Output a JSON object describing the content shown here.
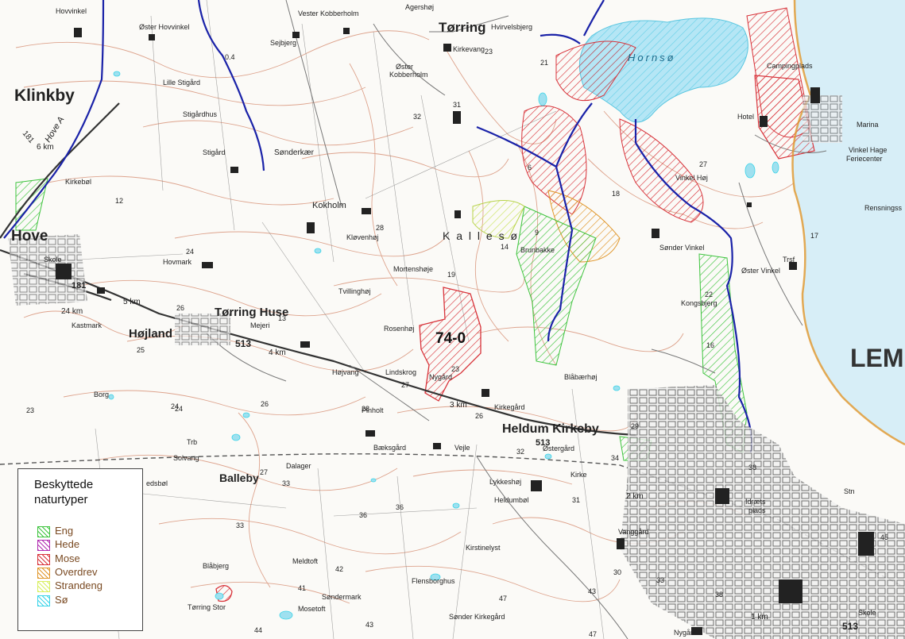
{
  "map": {
    "lake_name": "Hornsø",
    "area_code": "74-0",
    "towns": {
      "klinkby": "Klinkby",
      "hove": "Hove",
      "torring": "Tørring",
      "lemvig": "LEM",
      "heldum_kirkeby": "Heldum Kirkeby",
      "torring_huse": "Tørring Huse",
      "hojland": "Højland",
      "balleby": "Balleby"
    },
    "roads": {
      "r181_a": "181",
      "r181_b": "181",
      "r513_a": "513",
      "r513_b": "513",
      "r513_c": "513",
      "hove_a": "Hove A"
    },
    "distances": {
      "d6": "6 km",
      "d24": "24 km",
      "d5": "5 km",
      "d4": "4 km",
      "d3": "3 km",
      "d2": "2 km",
      "d1": "1 km"
    },
    "places": {
      "hovvinkel": "Hovvinkel",
      "oster_hovvinkel": "Øster Hovvinkel",
      "vester_kobberholm": "Vester Kobberholm",
      "agershoj": "Agershøj",
      "hvirvelsbjerg": "Hvirvelsbjerg",
      "sejbjerg": "Sejbjerg",
      "kirkevang": "Kirkevang",
      "oster_kobberholm_a": "Øster",
      "oster_kobberholm_b": "Kobberholm",
      "campingplads": "Campingplads",
      "lille_stigard": "Lille Stigård",
      "stigardhus": "Stigårdhus",
      "stigard": "Stigård",
      "sonderkaer": "Sønderkær",
      "hotel": "Hotel",
      "marina": "Marina",
      "vinkel_hage": "Vinkel Hage",
      "feriecenter": "Feriecenter",
      "vinkel_hoj": "Vinkel Høj",
      "kirkebol": "Kirkebøl",
      "kokholm": "Kokholm",
      "rensningsst": "Rensningss",
      "kallesoe": "K a l l e s ø",
      "klovenhoj": "Kløvenhøj",
      "brunbakke": "Brunbakke",
      "sonder_vinkel": "Sønder Vinkel",
      "skole": "Skole",
      "hovmark": "Hovmark",
      "mortenshoje": "Mortenshøje",
      "trsf": "Trsf",
      "oster_vinkel": "Øster Vinkel",
      "tvillinghoj": "Tvillinghøj",
      "kongsbjerg": "Kongsbjerg",
      "kastmark": "Kastmark",
      "mejeri": "Mejeri",
      "rosenhoj": "Rosenhøj",
      "lindskrog": "Lindskrog",
      "hojvang": "Højvang",
      "nygard": "Nygård",
      "blaebaerhoj": "Blåbærhøj",
      "borg": "Borg",
      "pinholt": "Pinholt",
      "kirkegard": "Kirkegård",
      "baeksgard": "Bæksgård",
      "vejle": "Vejle",
      "ostergard": "Østergård",
      "solvang": "Solvang",
      "trb": "Trb",
      "dalager": "Dalager",
      "lykkeshoj": "Lykkeshøj",
      "kirke": "Kirke",
      "heldumbol": "Heldumbøl",
      "idraetsplads_a": "Idræts",
      "idraetsplads_b": "plads",
      "stn": "Stn",
      "vanggard": "Vanggård",
      "kirstinelyst": "Kirstinelyst",
      "blabjerg": "Blåbjerg",
      "meldtoft": "Meldtoft",
      "flensborghus": "Flensborghus",
      "sondermark": "Søndermark",
      "torring_stor": "Tørring Stor",
      "mosetoft": "Mosetoft",
      "sonder_kirkegard": "Sønder Kirkegård",
      "skole2": "Skole",
      "nygard2": "Nygård",
      "edsbol": "edsbøl"
    },
    "elevations": [
      "0.4",
      "23",
      "21",
      "31",
      "32",
      "12",
      "28",
      "14",
      "19",
      "9",
      "6",
      "18",
      "27",
      "17",
      "22",
      "24",
      "13",
      "26",
      "25",
      "23",
      "24",
      "28",
      "26",
      "29",
      "34",
      "32",
      "33",
      "36",
      "36",
      "31",
      "33",
      "27",
      "41",
      "42",
      "43",
      "47",
      "43",
      "44",
      "30",
      "33",
      "38",
      "38",
      "23",
      "16",
      "27",
      "24",
      "26",
      "45",
      "47"
    ],
    "colors": {
      "water": "#b5e6f5",
      "blue_line": "#1a22a8",
      "contour": "#d4876a",
      "road": "#333333",
      "eng": "#3ec43e",
      "hede": "#b12cb1",
      "mose": "#d8333a",
      "overdrev": "#e0962a",
      "strandeng": "#d8ef5f",
      "so": "#3ad4e8"
    }
  },
  "legend": {
    "title_line1": "Beskyttede",
    "title_line2": "naturtyper",
    "items": [
      {
        "label": "Eng",
        "color": "#3ec43e"
      },
      {
        "label": "Hede",
        "color": "#b12cb1"
      },
      {
        "label": "Mose",
        "color": "#d8333a"
      },
      {
        "label": "Overdrev",
        "color": "#e0962a"
      },
      {
        "label": "Strandeng",
        "color": "#d8ef5f"
      },
      {
        "label": "Sø",
        "color": "#3ad4e8"
      }
    ]
  }
}
